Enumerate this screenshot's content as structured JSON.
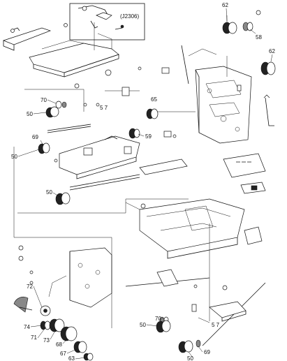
{
  "diagram": {
    "inset_label": "(J2306)",
    "callouts": {
      "c62_top": "62",
      "c58": "58",
      "c62_right": "62",
      "c70_left": "70",
      "c50_a": "50",
      "c57_left": "5 7",
      "c65": "65",
      "c69_left": "69",
      "c50_b": "50",
      "c59": "59",
      "c50_c": "50",
      "c72": "72",
      "c74": "74",
      "c71": "71",
      "c73": "73",
      "c68": "68",
      "c67": "67",
      "c63": "63",
      "c70_right": "70",
      "c50_d": "50",
      "c57_right": "5 7",
      "c69_right": "69",
      "c50_e": "50"
    }
  }
}
